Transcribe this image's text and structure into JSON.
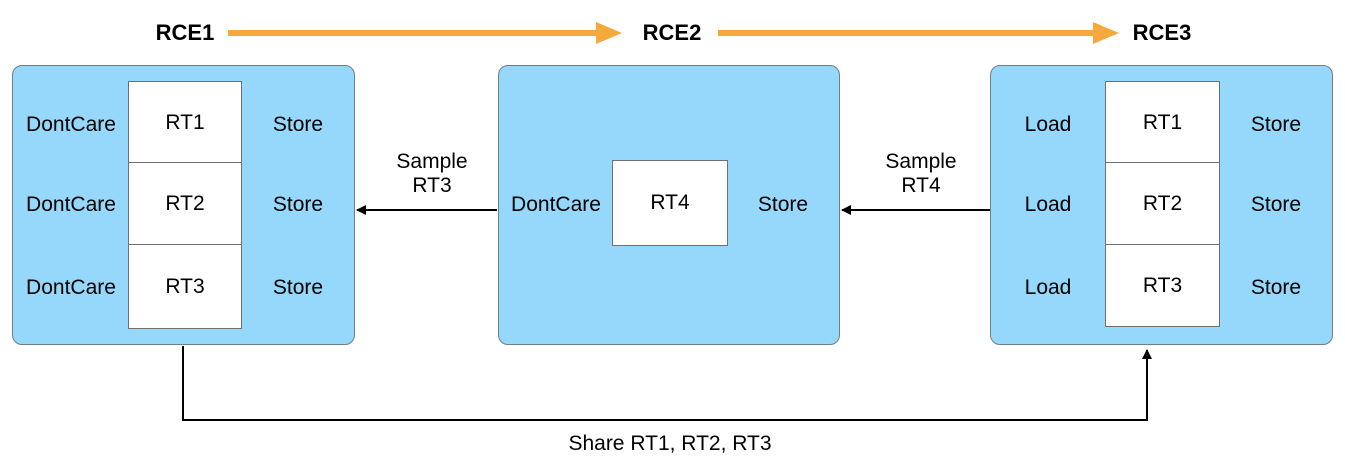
{
  "colors": {
    "encoder_fill": "#95d8fb",
    "encoder_border": "#6f7f8a",
    "pass_arrow": "#f5a83b",
    "render_target_fill": "#ffffff"
  },
  "passes": [
    {
      "title": "RCE1",
      "attachments": [
        {
          "load": "DontCare",
          "target": "RT1",
          "store": "Store"
        },
        {
          "load": "DontCare",
          "target": "RT2",
          "store": "Store"
        },
        {
          "load": "DontCare",
          "target": "RT3",
          "store": "Store"
        }
      ]
    },
    {
      "title": "RCE2",
      "attachments": [
        {
          "load": "DontCare",
          "target": "RT4",
          "store": "Store"
        }
      ]
    },
    {
      "title": "RCE3",
      "attachments": [
        {
          "load": "Load",
          "target": "RT1",
          "store": "Store"
        },
        {
          "load": "Load",
          "target": "RT2",
          "store": "Store"
        },
        {
          "load": "Load",
          "target": "RT3",
          "store": "Store"
        }
      ]
    }
  ],
  "edges": {
    "sample_rt3": {
      "line1": "Sample",
      "line2": "RT3"
    },
    "sample_rt4": {
      "line1": "Sample",
      "line2": "RT4"
    },
    "share": "Share RT1, RT2, RT3"
  }
}
